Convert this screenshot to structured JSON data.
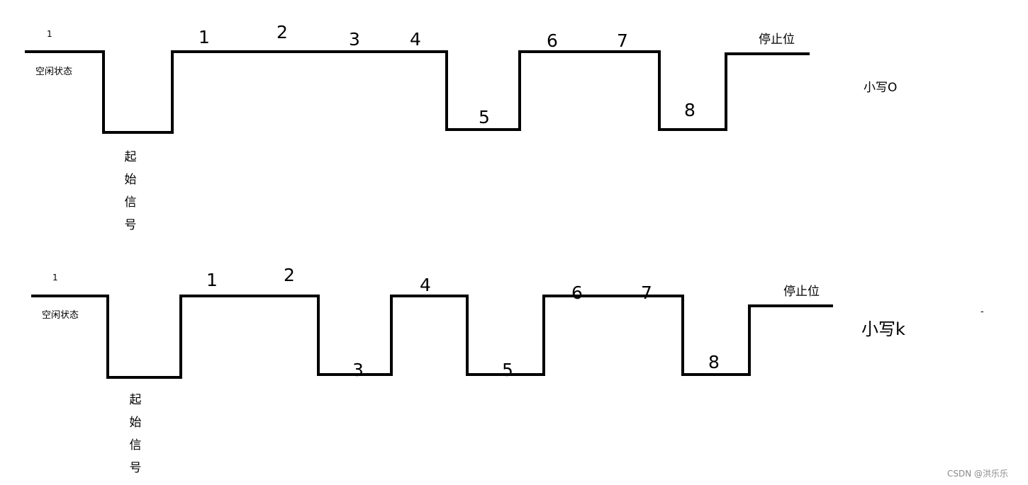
{
  "diagrams": [
    {
      "id": "o",
      "idle_bit": "1",
      "idle_label": "空闲状态",
      "start_label": [
        "起",
        "始",
        "信",
        "号"
      ],
      "bits": [
        "1",
        "2",
        "3",
        "4",
        "5",
        "6",
        "7",
        "8"
      ],
      "bit_levels": [
        1,
        1,
        1,
        1,
        0,
        1,
        1,
        0
      ],
      "stop_label": "停止位",
      "caption": "小写O"
    },
    {
      "id": "k",
      "idle_bit": "1",
      "idle_label": "空闲状态",
      "start_label": [
        "起",
        "始",
        "信",
        "号"
      ],
      "bits": [
        "1",
        "2",
        "3",
        "4",
        "5",
        "6",
        "7",
        "8"
      ],
      "bit_levels": [
        1,
        1,
        0,
        1,
        0,
        1,
        1,
        0
      ],
      "stop_label": "停止位",
      "caption": "小写k"
    }
  ],
  "stray_mark": "-",
  "watermark": "CSDN @洪乐乐"
}
